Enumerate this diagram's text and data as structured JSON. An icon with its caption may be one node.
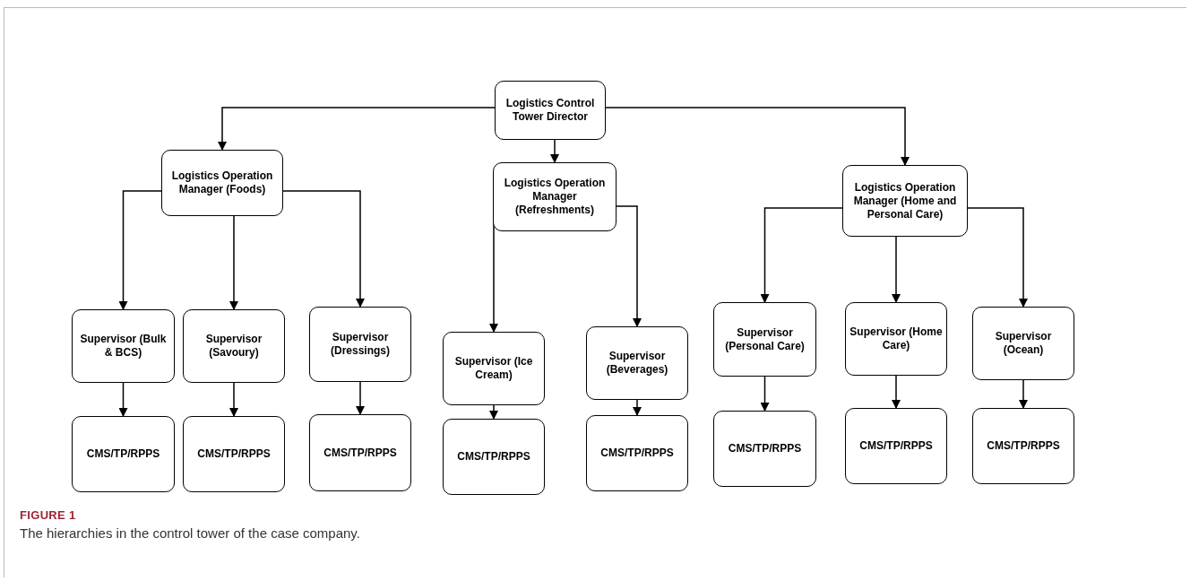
{
  "diagram": {
    "caption": "The hierarchies in the control tower of the case company.",
    "nodes": [
      {
        "text": [
          "Logistics Control Tower Director"
        ]
      },
      {
        "text": [
          "Logistics Operation Manager (Foods)"
        ]
      },
      {
        "text": [
          "Logistics Operation Manager (Refreshments)"
        ]
      },
      {
        "text": [
          "Logistics Operation Manager (Home and Personal Care)"
        ]
      },
      {
        "text": [
          "Supervisor (Bulk & BCS)"
        ]
      },
      {
        "text": [
          "Supervisor (Savoury)"
        ]
      },
      {
        "text": [
          "Supervisor (Dressings)"
        ]
      },
      {
        "text": [
          "Supervisor (Ice Cream)"
        ]
      },
      {
        "text": [
          "Supervisor (Beverages)"
        ]
      },
      {
        "text": [
          "Supervisor (Personal Care)"
        ]
      },
      {
        "text": [
          "Supervisor (Home Care)"
        ]
      },
      {
        "text": [
          "Supervisor (Ocean)"
        ]
      },
      {
        "text": [
          "CMS/TP/RPPS"
        ]
      },
      {
        "text": [
          "CMS/TP/RPPS"
        ]
      },
      {
        "text": [
          "CMS/TP/RPPS"
        ]
      },
      {
        "text": [
          "CMS/TP/RPPS"
        ]
      },
      {
        "text": [
          "CMS/TP/RPPS"
        ]
      },
      {
        "text": [
          "CMS/TP/RPPS"
        ]
      },
      {
        "text": [
          "CMS/TP/RPPS"
        ]
      },
      {
        "text": [
          "CMS/TP/RPPS"
        ]
      }
    ],
    "edges": [
      {
        "from": 0,
        "to": 1,
        "arrow": "to"
      },
      {
        "from": 0,
        "to": 2,
        "arrow": "to"
      },
      {
        "from": 0,
        "to": 3,
        "arrow": "to"
      },
      {
        "from": 1,
        "to": 4,
        "arrow": "to"
      },
      {
        "from": 1,
        "to": 5,
        "arrow": "to"
      },
      {
        "from": 1,
        "to": 6,
        "arrow": "to"
      },
      {
        "from": 2,
        "to": 7,
        "arrow": "to"
      },
      {
        "from": 2,
        "to": 8,
        "arrow": "to"
      },
      {
        "from": 3,
        "to": 9,
        "arrow": "to"
      },
      {
        "from": 3,
        "to": 10,
        "arrow": "to"
      },
      {
        "from": 3,
        "to": 11,
        "arrow": "to"
      },
      {
        "from": 4,
        "to": 12,
        "arrow": "to"
      },
      {
        "from": 5,
        "to": 13,
        "arrow": "to"
      },
      {
        "from": 6,
        "to": 14,
        "arrow": "to"
      },
      {
        "from": 7,
        "to": 15,
        "arrow": "to"
      },
      {
        "from": 8,
        "to": 16,
        "arrow": "to"
      },
      {
        "from": 9,
        "to": 17,
        "arrow": "to"
      },
      {
        "from": 10,
        "to": 18,
        "arrow": "to"
      },
      {
        "from": 11,
        "to": 19,
        "arrow": "to"
      }
    ],
    "labels": [
      "FIGURE 1"
    ]
  }
}
